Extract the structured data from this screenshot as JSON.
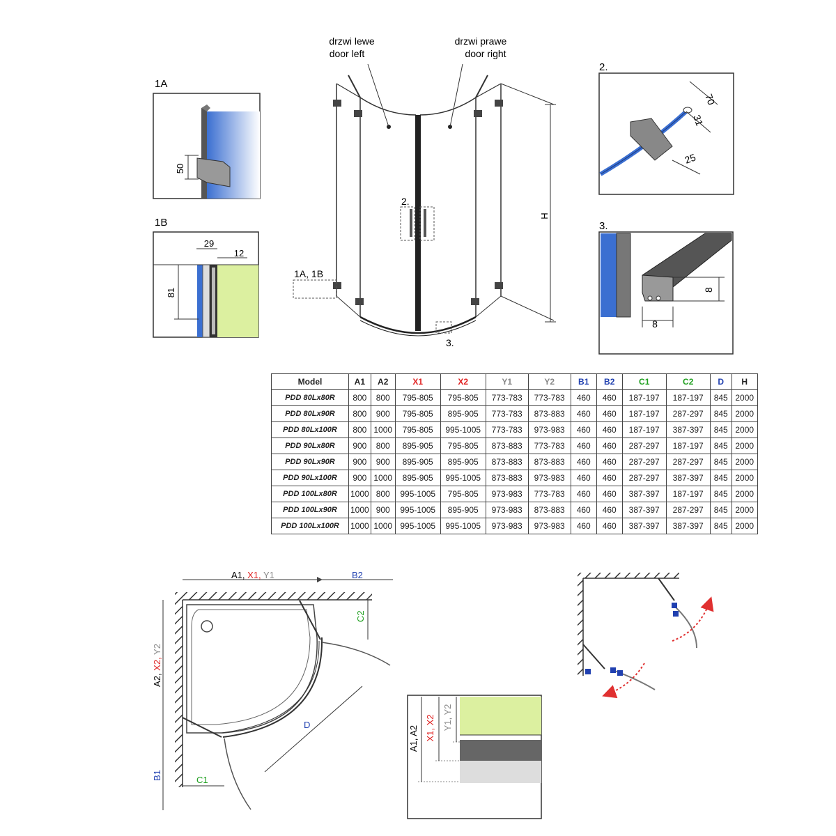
{
  "labels": {
    "door_left_pl": "drzwi lewe",
    "door_left_en": "door left",
    "door_right_pl": "drzwi prawe",
    "door_right_en": "door right",
    "h": "H",
    "callout_2": "2.",
    "callout_1ab": "1A, 1B",
    "callout_3": "3.",
    "detail_1a": "1A",
    "detail_1b": "1B",
    "detail_2": "2.",
    "detail_3": "3.",
    "dim_50": "50",
    "dim_29": "29",
    "dim_12": "12",
    "dim_81": "81",
    "dim_70": "70",
    "dim_31": "31",
    "dim_25": "25",
    "dim_8a": "8",
    "dim_8b": "8"
  },
  "plan": {
    "top_a": "A1, ",
    "top_x": "X1, ",
    "top_y": "Y1",
    "b2": "B2",
    "c2": "C2",
    "left_a": "A2, ",
    "left_x": "X2, ",
    "left_y": "Y2",
    "b1": "B1",
    "c1": "C1",
    "d": "D"
  },
  "section": {
    "a": "A1, A2",
    "x": "X1, X2",
    "y": "Y1, Y2"
  },
  "table": {
    "headers": [
      "Model",
      "A1",
      "A2",
      "X1",
      "X2",
      "Y1",
      "Y2",
      "B1",
      "B2",
      "C1",
      "C2",
      "D",
      "H"
    ],
    "rows": [
      [
        "PDD 80Lx80R",
        "800",
        "800",
        "795-805",
        "795-805",
        "773-783",
        "773-783",
        "460",
        "460",
        "187-197",
        "187-197",
        "845",
        "2000"
      ],
      [
        "PDD 80Lx90R",
        "800",
        "900",
        "795-805",
        "895-905",
        "773-783",
        "873-883",
        "460",
        "460",
        "187-197",
        "287-297",
        "845",
        "2000"
      ],
      [
        "PDD 80Lx100R",
        "800",
        "1000",
        "795-805",
        "995-1005",
        "773-783",
        "973-983",
        "460",
        "460",
        "187-197",
        "387-397",
        "845",
        "2000"
      ],
      [
        "PDD 90Lx80R",
        "900",
        "800",
        "895-905",
        "795-805",
        "873-883",
        "773-783",
        "460",
        "460",
        "287-297",
        "187-197",
        "845",
        "2000"
      ],
      [
        "PDD 90Lx90R",
        "900",
        "900",
        "895-905",
        "895-905",
        "873-883",
        "873-883",
        "460",
        "460",
        "287-297",
        "287-297",
        "845",
        "2000"
      ],
      [
        "PDD 90Lx100R",
        "900",
        "1000",
        "895-905",
        "995-1005",
        "873-883",
        "973-983",
        "460",
        "460",
        "287-297",
        "387-397",
        "845",
        "2000"
      ],
      [
        "PDD 100Lx80R",
        "1000",
        "800",
        "995-1005",
        "795-805",
        "973-983",
        "773-783",
        "460",
        "460",
        "387-397",
        "187-197",
        "845",
        "2000"
      ],
      [
        "PDD 100Lx90R",
        "1000",
        "900",
        "995-1005",
        "895-905",
        "973-983",
        "873-883",
        "460",
        "460",
        "387-397",
        "287-297",
        "845",
        "2000"
      ],
      [
        "PDD 100Lx100R",
        "1000",
        "1000",
        "995-1005",
        "995-1005",
        "973-983",
        "973-983",
        "460",
        "460",
        "387-397",
        "387-397",
        "845",
        "2000"
      ]
    ]
  },
  "colors": {
    "glass": "#3b6fd1",
    "green": "#dcf0a0",
    "dim_red": "#e02020",
    "dim_blue": "#2040b0",
    "dim_green": "#20a020",
    "arrow_red": "#e03030"
  }
}
